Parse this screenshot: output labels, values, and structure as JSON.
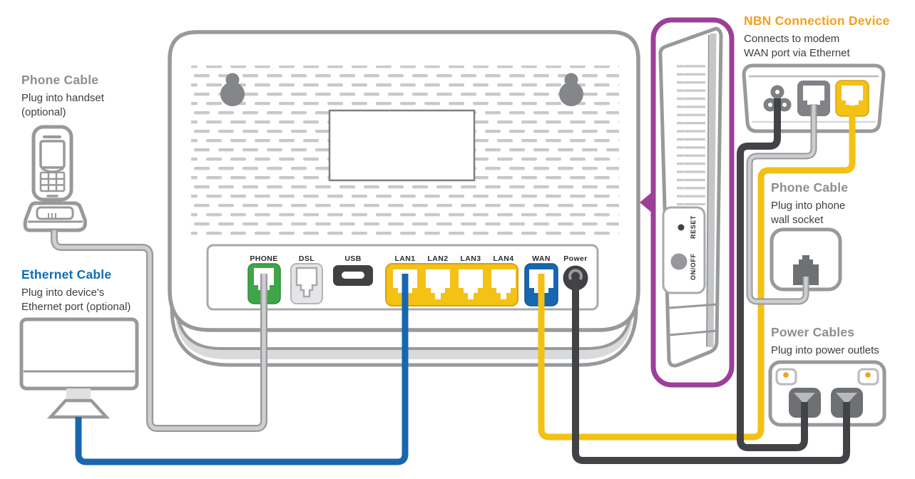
{
  "annotations": {
    "phone_cable_left": {
      "title": "Phone Cable",
      "lines": [
        "Plug into handset",
        "(optional)"
      ]
    },
    "ethernet_cable": {
      "title": "Ethernet Cable",
      "lines": [
        "Plug into device's",
        "Ethernet port (optional)"
      ]
    },
    "nbn_device": {
      "title": "NBN Connection Device",
      "lines": [
        "Connects to modem",
        "WAN port via Ethernet"
      ]
    },
    "phone_cable_right": {
      "title": "Phone Cable",
      "lines": [
        "Plug into phone",
        "wall socket"
      ]
    },
    "power_cables": {
      "title": "Power Cables",
      "lines": [
        "Plug into power outlets"
      ]
    }
  },
  "modem": {
    "ports": {
      "phone": "PHONE",
      "dsl": "DSL",
      "usb": "USB",
      "lan1": "LAN1",
      "lan2": "LAN2",
      "lan3": "LAN3",
      "lan4": "LAN4",
      "wan": "WAN",
      "power": "Power"
    },
    "side_controls": {
      "on_off": "ON/OFF",
      "reset": "RESET"
    }
  },
  "colors": {
    "accent_purple": "#9c4097",
    "accent_orange": "#f5a01d",
    "heading_gray": "#8d8e91",
    "heading_blue": "#0e6db6",
    "port_green": "#3fa548",
    "port_blue": "#1767b0",
    "port_yellow": "#f4c115",
    "cable_gray": "#b6b7ba",
    "cable_blue": "#1767b0",
    "cable_yellow": "#f3c113",
    "cable_black": "#414346",
    "outline_gray": "#98999b"
  }
}
